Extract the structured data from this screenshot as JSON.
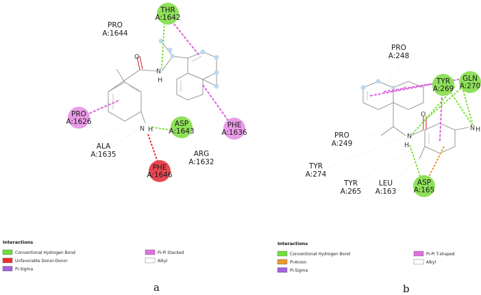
{
  "panels": [
    {
      "id": "a",
      "caption": "a",
      "residues": {
        "thr1642": {
          "name": "THR",
          "id": "A:1642",
          "color": "#8fe05a"
        },
        "pro1644": {
          "name": "PRO",
          "id": "A:1644"
        },
        "pro1626": {
          "name": "PRO",
          "id": "A:1626",
          "color": "#e99be6"
        },
        "asp1643": {
          "name": "ASP",
          "id": "A:1643",
          "color": "#8fe05a"
        },
        "phe1636": {
          "name": "PHE",
          "id": "A:1636",
          "color": "#e99be6"
        },
        "ala1635": {
          "name": "ALA",
          "id": "A:1635"
        },
        "arg1632": {
          "name": "ARG",
          "id": "A:1632"
        },
        "phe1646": {
          "name": "PHE",
          "id": "A:1646",
          "color": "#e8474f"
        }
      },
      "atoms": {
        "o": "O",
        "nh": "N",
        "h_amide": "H",
        "h_amine": "H",
        "n_amine": "N"
      },
      "legend": {
        "title": "Interactions",
        "items": [
          {
            "label": "Conventional Hydrogen Bond",
            "color": "#70e03c"
          },
          {
            "label": "Unfavorable Donor-Donor",
            "color": "#ee2e2e"
          },
          {
            "label": "Pi-Sigma",
            "color": "#a264e0"
          },
          {
            "label": "Pi-Pi Stacked",
            "color": "#e070e0"
          },
          {
            "label": "Alkyl",
            "color": "#ffffff"
          }
        ]
      }
    },
    {
      "id": "b",
      "caption": "b",
      "residues": {
        "pro248": {
          "name": "PRO",
          "id": "A:248"
        },
        "tyr269": {
          "name": "TYR",
          "id": "A:269",
          "color": "#8fe05a"
        },
        "gln270": {
          "name": "GLN",
          "id": "A:270",
          "color": "#8fe05a"
        },
        "pro249": {
          "name": "PRO",
          "id": "A:249"
        },
        "tyr274": {
          "name": "TYR",
          "id": "A:274"
        },
        "tyr265": {
          "name": "TYR",
          "id": "A:265"
        },
        "leu163": {
          "name": "LEU",
          "id": "A:163"
        },
        "asp165": {
          "name": "ASP",
          "id": "A:165",
          "color": "#8fe05a"
        }
      },
      "atoms": {
        "o": "O",
        "nh": "N",
        "h_amide": "H",
        "n_amine": "N",
        "h_amine": "H"
      },
      "legend": {
        "title": "Interactions",
        "items": [
          {
            "label": "Conventional Hydrogen Bond",
            "color": "#70e03c"
          },
          {
            "label": "Pi-Anion",
            "color": "#e89a2c"
          },
          {
            "label": "Pi-Sigma",
            "color": "#a264e0"
          },
          {
            "label": "Pi-Pi T-shaped",
            "color": "#e070e0"
          },
          {
            "label": "Alkyl",
            "color": "#ffffff"
          }
        ]
      }
    }
  ]
}
